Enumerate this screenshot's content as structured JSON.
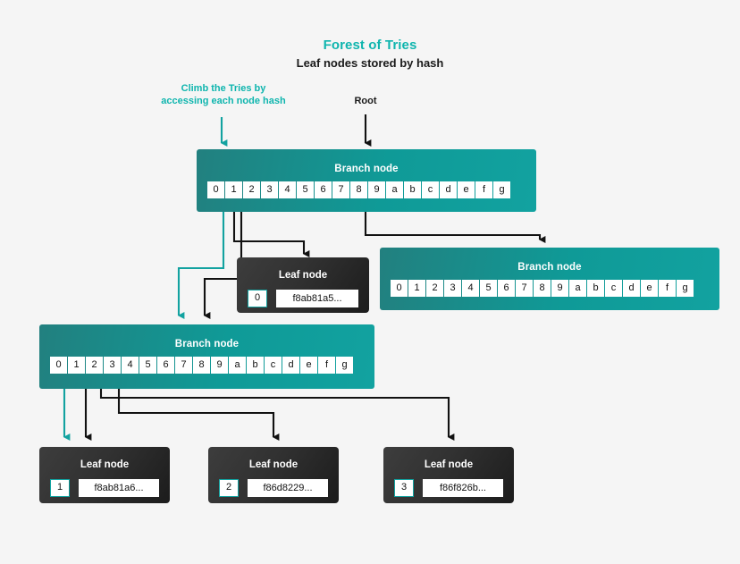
{
  "header": {
    "title": "Forest of Tries",
    "subtitle": "Leaf nodes stored by hash",
    "title_color": "#0fb5ae"
  },
  "annotations": [
    {
      "id": "climb",
      "text": "Climb the Tries by\naccessing each node hash",
      "color": "#0fb5ae"
    },
    {
      "id": "root",
      "text": "Root",
      "color": "#1a1a1a"
    }
  ],
  "cell_keys": [
    "0",
    "1",
    "2",
    "3",
    "4",
    "5",
    "6",
    "7",
    "8",
    "9",
    "a",
    "b",
    "c",
    "d",
    "e",
    "f",
    "g"
  ],
  "branch_nodes": [
    {
      "id": "root-branch",
      "label": "Branch node"
    },
    {
      "id": "right-branch",
      "label": "Branch node"
    },
    {
      "id": "lower-branch",
      "label": "Branch node"
    }
  ],
  "leaf_nodes": [
    {
      "id": "leaf-0",
      "label": "Leaf node",
      "index": "0",
      "hash": "f8ab81a5..."
    },
    {
      "id": "leaf-1",
      "label": "Leaf node",
      "index": "1",
      "hash": "f8ab81a6..."
    },
    {
      "id": "leaf-2",
      "label": "Leaf node",
      "index": "2",
      "hash": "f86d8229..."
    },
    {
      "id": "leaf-3",
      "label": "Leaf node",
      "index": "3",
      "hash": "f86f826b..."
    }
  ],
  "colors": {
    "background": "#f5f5f5",
    "accent_teal": "#0fb5ae",
    "branch_teal_dark": "#22807f",
    "branch_teal_light": "#12a2a0",
    "leaf_dark": "#313131",
    "wire_black": "#111111",
    "wire_teal": "#12a2a0"
  }
}
